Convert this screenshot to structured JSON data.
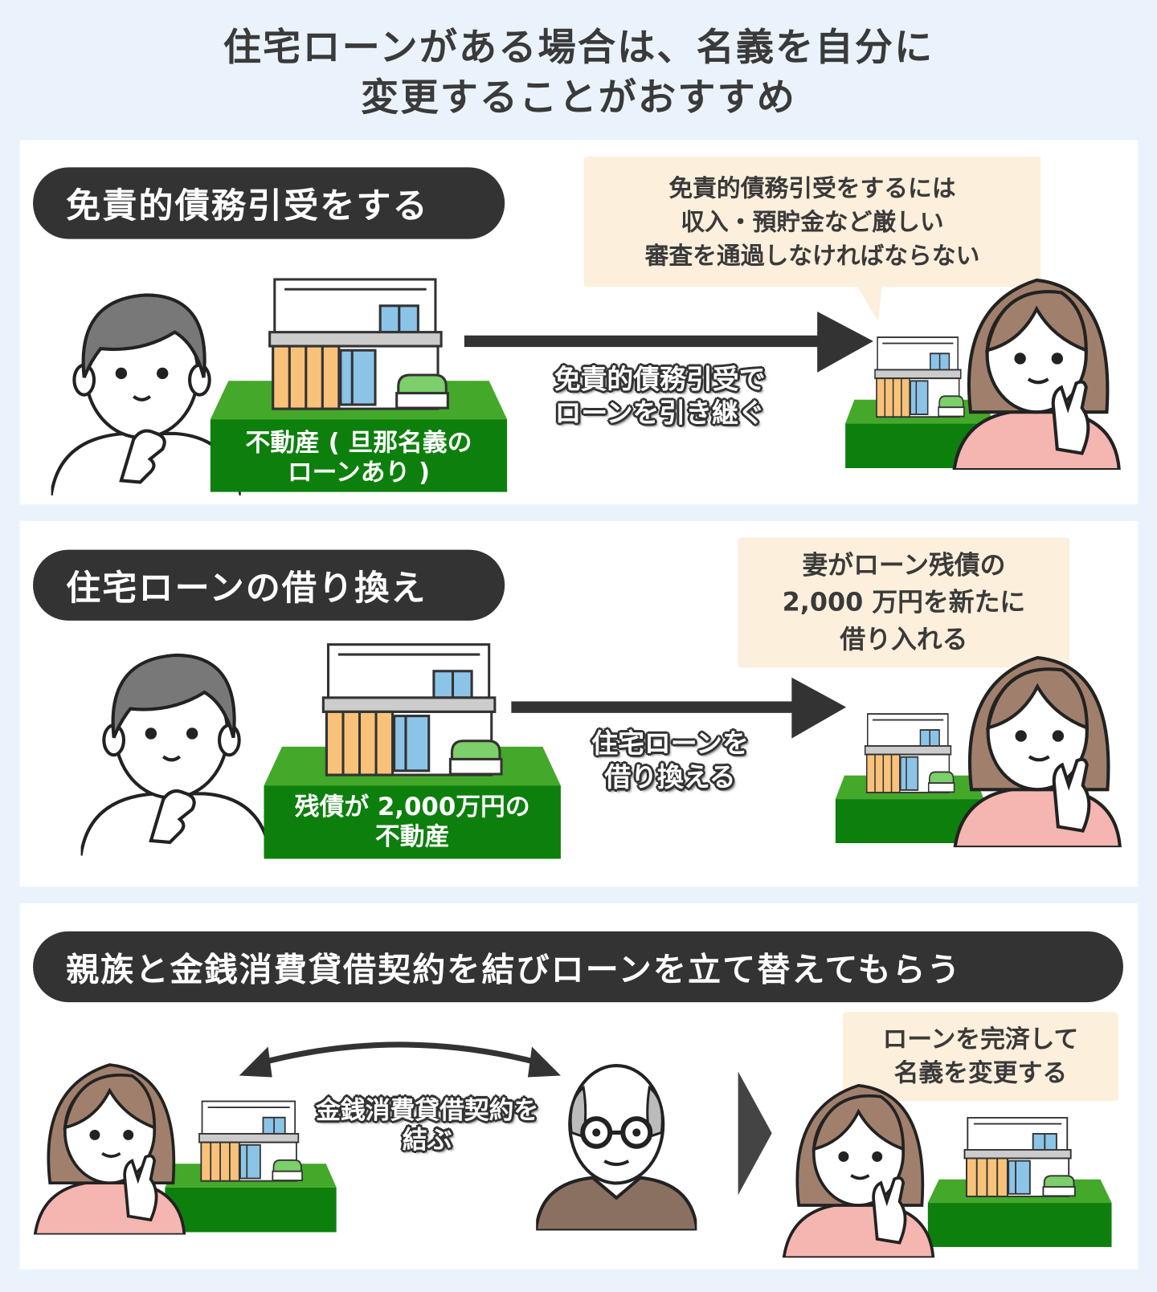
{
  "title": {
    "line1": "住宅ローンがある場合は、名義を自分に",
    "line2": "変更することがおすすめ"
  },
  "sections": [
    {
      "heading": "免責的債務引受をする",
      "bubble": [
        "免責的債務引受をするには",
        "収入・預貯金など厳しい",
        "審査を通過しなければならない"
      ],
      "house_label": [
        "不動産 ( 旦那名義の",
        "ローンあり )"
      ],
      "arrow_label": [
        "免責的債務引受で",
        "ローンを引き継ぐ"
      ]
    },
    {
      "heading": "住宅ローンの借り換え",
      "bubble": [
        "妻がローン残債の",
        "2,000 万円を新たに",
        "借り入れる"
      ],
      "house_label": [
        "残債が 2,000万円の",
        "不動産"
      ],
      "arrow_label": [
        "住宅ローンを",
        "借り換える"
      ]
    },
    {
      "heading": "親族と金銭消費貸借契約を結びローンを立て替えてもらう",
      "bubble": [
        "ローンを完済して",
        "名義を変更する"
      ],
      "arrow_label": [
        "金銭消費貸借契約を",
        "結ぶ"
      ]
    }
  ],
  "colors": {
    "background": "#eaf3fb",
    "pill": "#333333",
    "bubble": "#fcefdc",
    "grass_front": "#0d7f0d",
    "grass_top": "#44a82a",
    "orange": "#f8c27a",
    "window": "#8cc4e8",
    "woman_hair": "#a0806c",
    "woman_shirt": "#f5b5b0"
  }
}
